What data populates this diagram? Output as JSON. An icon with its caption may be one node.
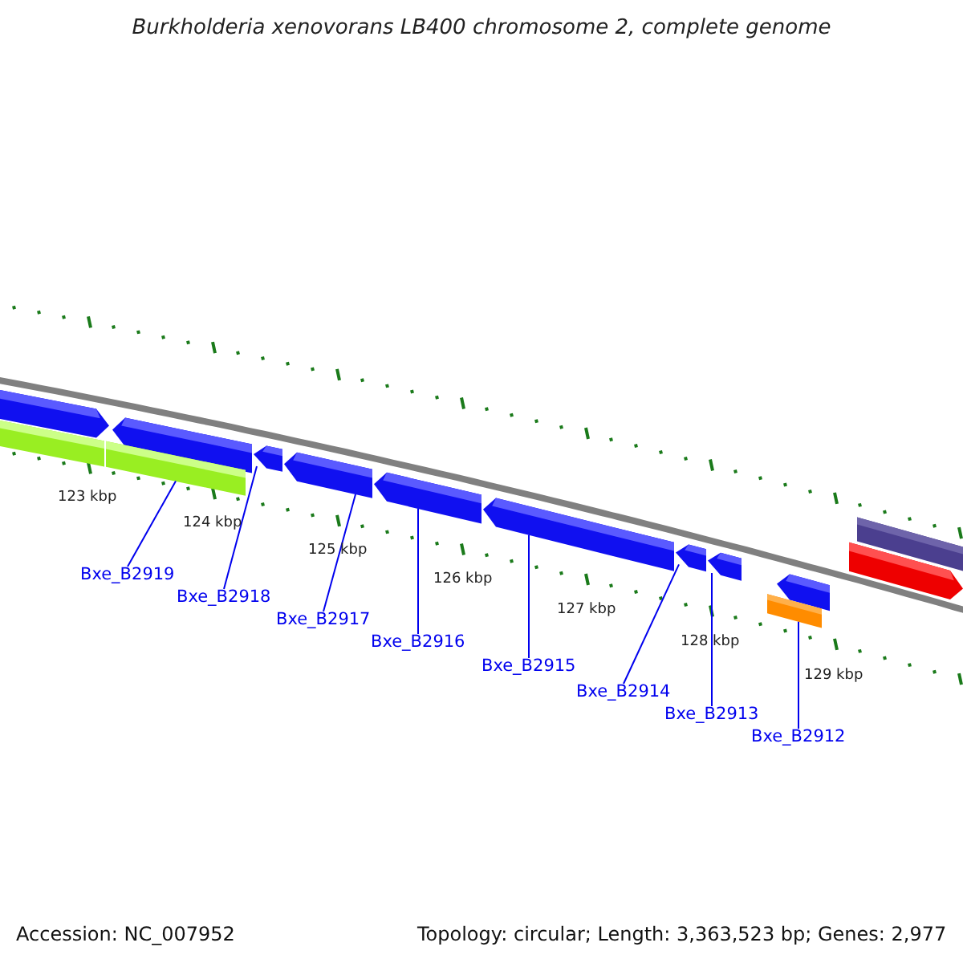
{
  "diagram": {
    "title": "Burkholderia xenovorans LB400 chromosome 2, complete genome",
    "nodes": [
      {
        "text": [],
        "shape": "arrow"
      },
      {
        "text": [],
        "shape": "arrow"
      },
      {
        "text": [],
        "shape": "bar"
      },
      {
        "text": [],
        "shape": "bar"
      },
      {
        "text": [],
        "shape": "arrow"
      },
      {
        "text": [],
        "shape": "arrow"
      },
      {
        "text": [],
        "shape": "arrow"
      },
      {
        "text": [],
        "shape": "arrow"
      },
      {
        "text": [],
        "shape": "arrow"
      },
      {
        "text": [],
        "shape": "arrow"
      },
      {
        "text": [],
        "shape": "arrow"
      },
      {
        "text": [],
        "shape": "bar"
      },
      {
        "text": [],
        "shape": "bar"
      },
      {
        "text": [],
        "shape": "arrow"
      },
      {
        "text": [
          "Bxe_B2919"
        ]
      },
      {
        "text": [
          "Bxe_B2918"
        ]
      },
      {
        "text": [
          "Bxe_B2917"
        ]
      },
      {
        "text": [
          "Bxe_B2916"
        ]
      },
      {
        "text": [
          "Bxe_B2915"
        ]
      },
      {
        "text": [
          "Bxe_B2914"
        ]
      },
      {
        "text": [
          "Bxe_B2913"
        ]
      },
      {
        "text": [
          "Bxe_B2912"
        ]
      }
    ],
    "edges": [
      {
        "from": 14,
        "to": 3,
        "arrow": "none"
      },
      {
        "from": 15,
        "to": 4,
        "arrow": "none"
      },
      {
        "from": 16,
        "to": 5,
        "arrow": "none"
      },
      {
        "from": 17,
        "to": 6,
        "arrow": "none"
      },
      {
        "from": 18,
        "to": 7,
        "arrow": "none"
      },
      {
        "from": 19,
        "to": 8,
        "arrow": "none"
      },
      {
        "from": 20,
        "to": 9,
        "arrow": "none"
      },
      {
        "from": 21,
        "to": 11,
        "arrow": "none"
      }
    ],
    "labels": [
      "123 kbp",
      "124 kbp",
      "125 kbp",
      "126 kbp",
      "127 kbp",
      "128 kbp",
      "129 kbp",
      "Accession: NC_007952",
      "Topology: circular; Length: 3,363,523 bp; Genes: 2,977"
    ]
  }
}
